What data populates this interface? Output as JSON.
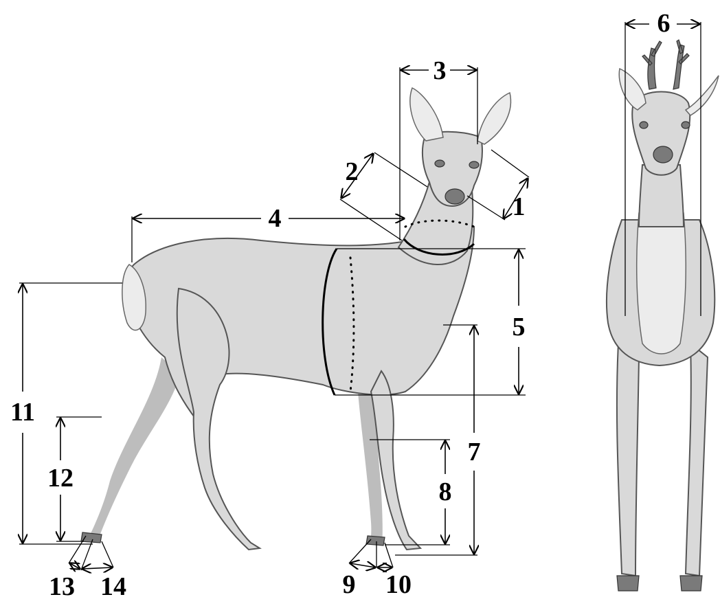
{
  "measurements": [
    {
      "id": "1",
      "label": "1"
    },
    {
      "id": "2",
      "label": "2"
    },
    {
      "id": "3",
      "label": "3"
    },
    {
      "id": "4",
      "label": "4"
    },
    {
      "id": "5",
      "label": "5"
    },
    {
      "id": "6",
      "label": "6"
    },
    {
      "id": "7",
      "label": "7"
    },
    {
      "id": "8",
      "label": "8"
    },
    {
      "id": "9",
      "label": "9"
    },
    {
      "id": "10",
      "label": "10"
    },
    {
      "id": "11",
      "label": "11"
    },
    {
      "id": "12",
      "label": "12"
    },
    {
      "id": "13",
      "label": "13"
    },
    {
      "id": "14",
      "label": "14"
    }
  ],
  "figures": {
    "side_view": "roe-deer-side-view",
    "front_view": "roe-buck-front-view"
  }
}
